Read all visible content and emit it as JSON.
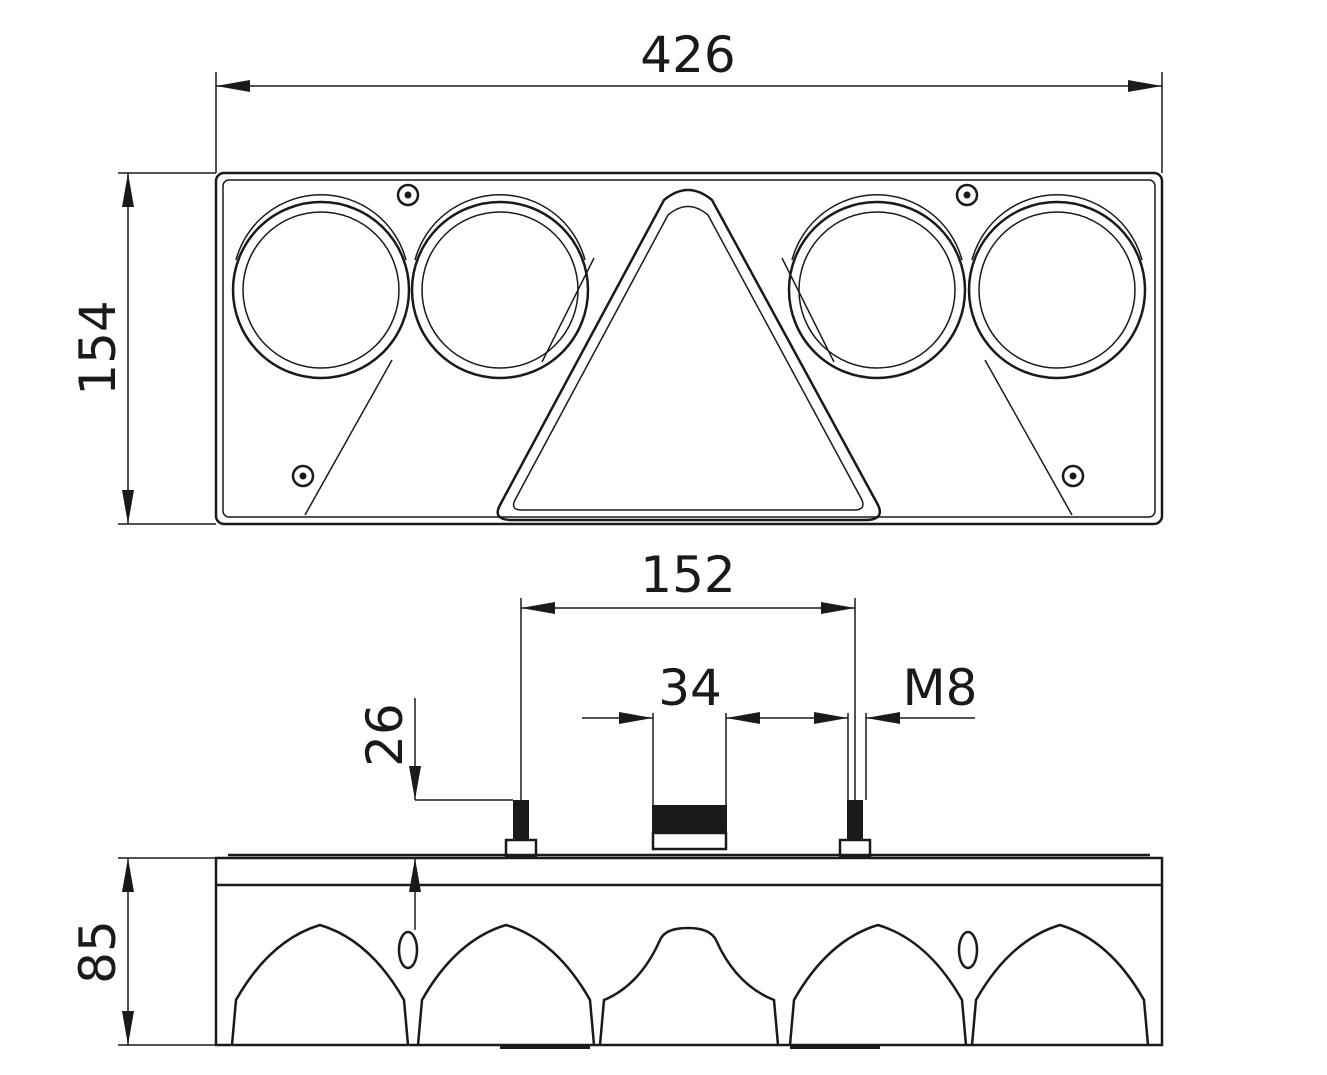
{
  "dimensions": {
    "width": "426",
    "height": "154",
    "bolt_spacing": "152",
    "connector_width": "34",
    "thread": "M8",
    "bolt_length": "26",
    "depth": "85"
  }
}
